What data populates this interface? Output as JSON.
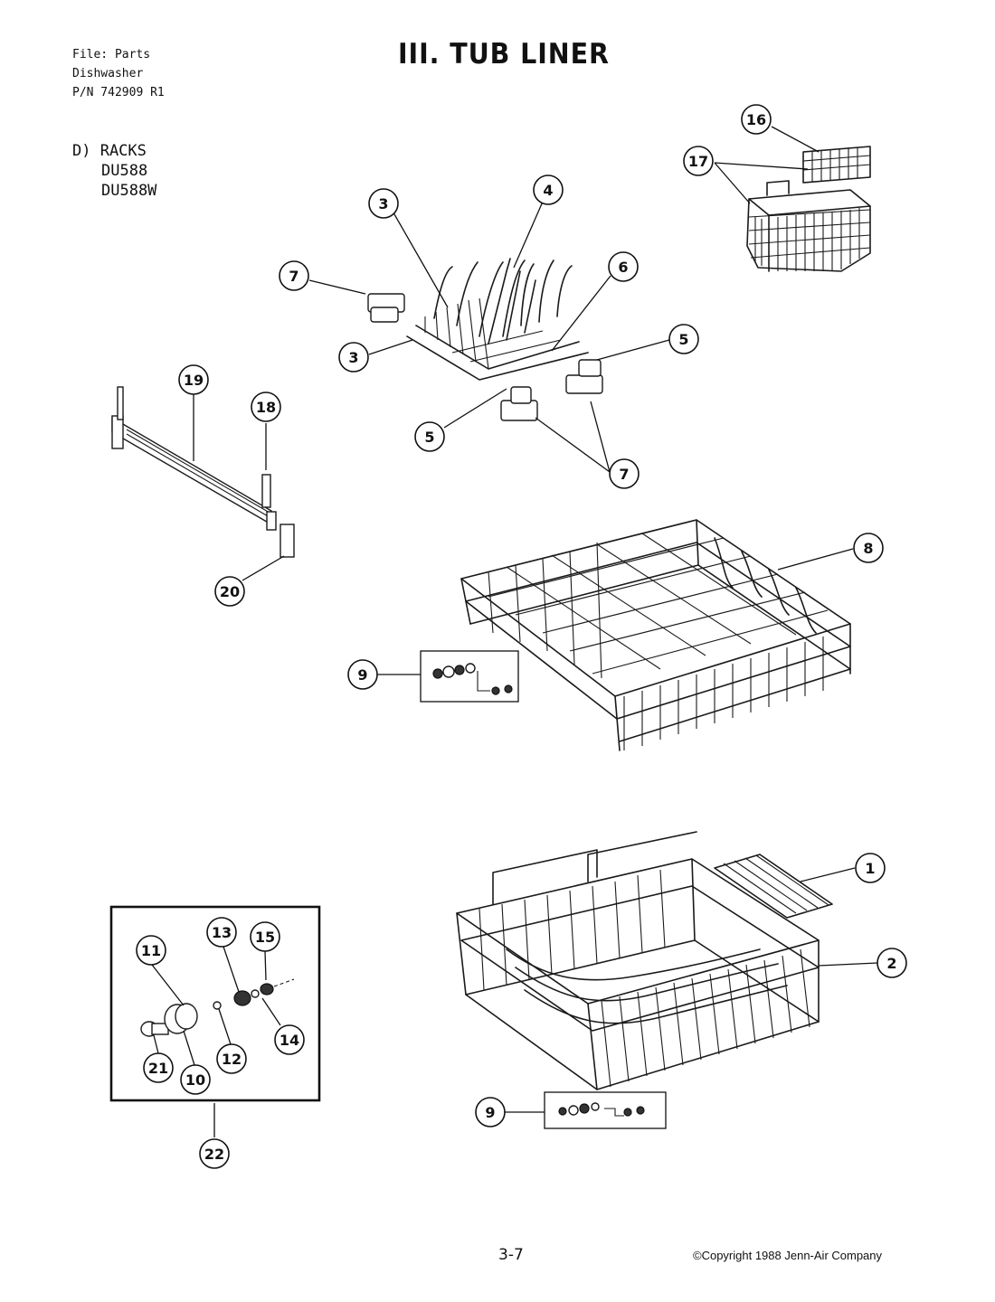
{
  "header": {
    "file_line1": "File: Parts",
    "file_line2": "Dishwasher",
    "file_line3": "P/N 742909 R1",
    "title": "III. TUB LINER"
  },
  "section": {
    "label": "D) RACKS",
    "model1": "DU588",
    "model2": "DU588W"
  },
  "callouts": [
    "16",
    "17",
    "3",
    "4",
    "7",
    "6",
    "3",
    "5",
    "5",
    "7",
    "19",
    "18",
    "20",
    "8",
    "9",
    "1",
    "2",
    "11",
    "13",
    "15",
    "14",
    "12",
    "21",
    "10",
    "22",
    "9"
  ],
  "footer": {
    "page": "3-7",
    "copyright": "©Copyright 1988 Jenn-Air Company"
  }
}
